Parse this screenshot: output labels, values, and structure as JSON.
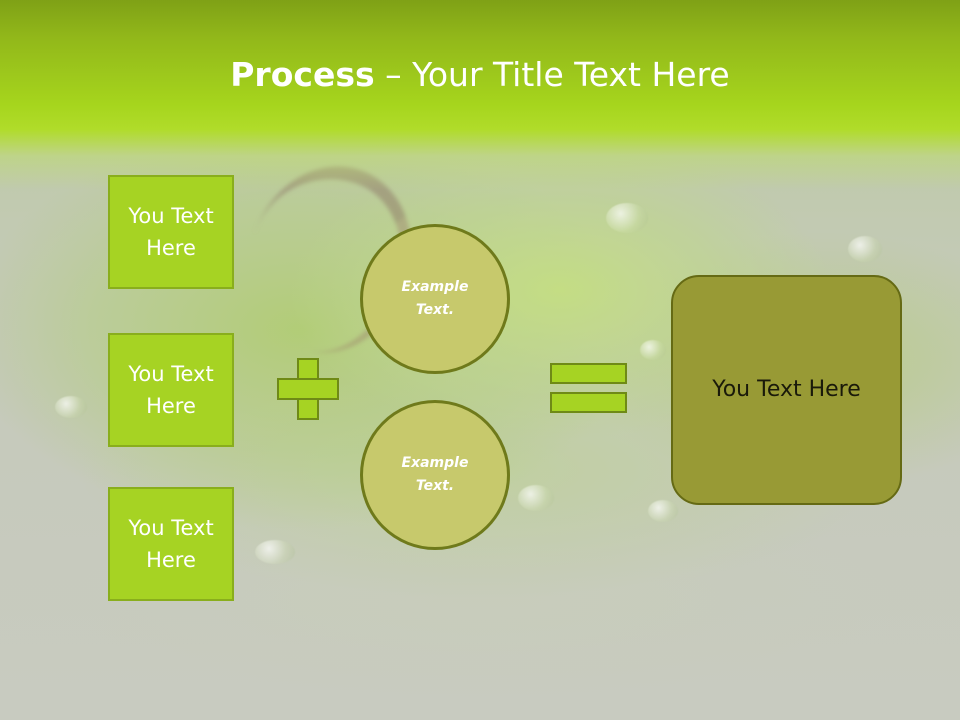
{
  "title": {
    "bold": "Process",
    "rest": " – Your Title Text Here"
  },
  "left_boxes": [
    {
      "line1": "You Text",
      "line2": "Here"
    },
    {
      "line1": "You Text",
      "line2": "Here"
    },
    {
      "line1": "You Text",
      "line2": "Here"
    }
  ],
  "circles": [
    {
      "line1": "Example",
      "line2": "Text."
    },
    {
      "line1": "Example",
      "line2": "Text."
    }
  ],
  "result": {
    "text": "You Text Here"
  },
  "icons": {
    "plus": "plus-icon",
    "equals": "equals-icon"
  },
  "colors": {
    "header_green": "#a6d51d",
    "box_green": "#a6d323",
    "circle_olive": "#c7c96c",
    "result_olive": "#989a35"
  }
}
